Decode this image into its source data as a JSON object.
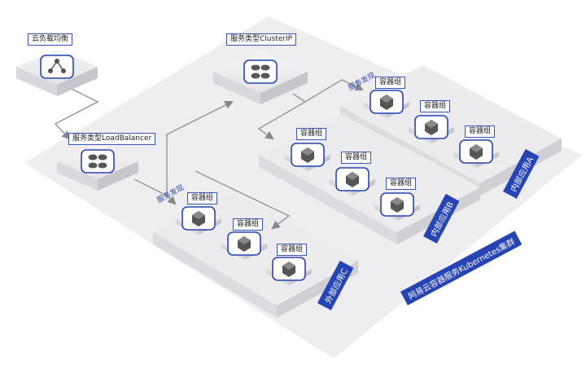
{
  "nodes": {
    "cloud_lb": "云负载均衡",
    "svc_lb": "服务类型LoadBalancer",
    "svc_cluster": "服务类型ClusterIP",
    "container": "容器组"
  },
  "edges": {
    "discovery_1": "服务发现",
    "discovery_2": "服务发现"
  },
  "apps": {
    "app_a": "内部应用A",
    "app_b": "内部应用B",
    "app_c": "外部应用C"
  },
  "cluster": "网易云容器服务Kubernetes集群"
}
